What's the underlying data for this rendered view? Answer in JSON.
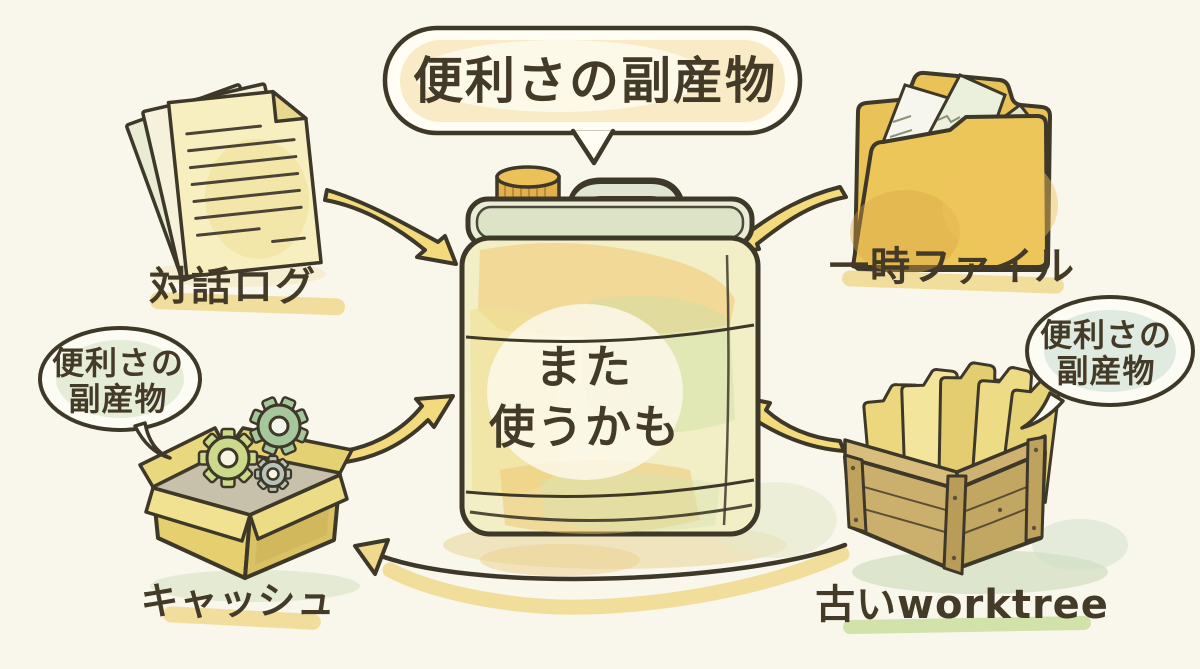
{
  "title_bubble": {
    "text": "便利さの副産物"
  },
  "center_can": {
    "line1": "また",
    "line2": "使うかも"
  },
  "nodes": {
    "dialogue_log": {
      "label": "対話ログ"
    },
    "temp_files": {
      "label": "一時ファイル"
    },
    "cache": {
      "label": "キャッシュ",
      "bubble": {
        "line1": "便利さの",
        "line2": "副産物"
      }
    },
    "old_worktree": {
      "label": "古いworktree",
      "bubble": {
        "line1": "便利さの",
        "line2": "副産物"
      }
    }
  },
  "colors": {
    "background": "#f9f6ec",
    "outline": "#3e3829",
    "text": "#443a28",
    "arrow_yellow": "#f3da7c",
    "highlight_yellow": "#f1db93",
    "highlight_green": "#cfe0a8",
    "bubble_wash_yellow": "#f4e0a6",
    "bubble_wash_green": "#dce8cf",
    "bubble_wash_teal": "#d7e5dc",
    "can_body": "#f2eec6",
    "cap_yellow": "#e2b14c",
    "folder_yellow": "#eec85e",
    "box_yellow": "#e6d176",
    "crate_brown": "#cdb272",
    "gear_green": "#ccd98a",
    "gear_teal": "#a6c79c",
    "gear_gray": "#b7c3ba"
  }
}
